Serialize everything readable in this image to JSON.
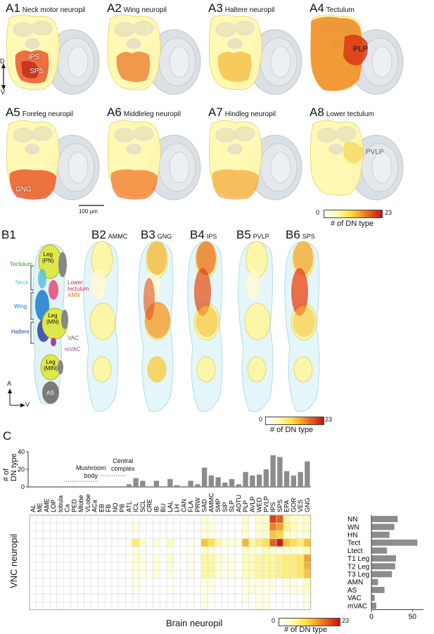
{
  "panelsA": [
    {
      "id": "A1",
      "name": "Neck motor neuropil",
      "labels": [
        "IPS",
        "SPS"
      ]
    },
    {
      "id": "A2",
      "name": "Wing neuropil",
      "labels": []
    },
    {
      "id": "A3",
      "name": "Haltere neuropil",
      "labels": []
    },
    {
      "id": "A4",
      "name": "Tectulum",
      "labels": [
        "PLP"
      ]
    },
    {
      "id": "A5",
      "name": "Foreleg neuropil",
      "labels": [
        "GNG"
      ]
    },
    {
      "id": "A6",
      "name": "Middleleg neuropil",
      "labels": []
    },
    {
      "id": "A7",
      "name": "Hindleg neuropil",
      "labels": []
    },
    {
      "id": "A8",
      "name": "Lower tectulum",
      "labels": [
        "PVLP"
      ]
    }
  ],
  "axisDV": {
    "d": "D",
    "v": "V"
  },
  "scalebar": "100 μm",
  "colorbar": {
    "min": "0",
    "max": "23",
    "label": "# of DN type"
  },
  "panelsB": [
    {
      "id": "B1",
      "name": ""
    },
    {
      "id": "B2",
      "name": "AMMC"
    },
    {
      "id": "B3",
      "name": "GNG"
    },
    {
      "id": "B4",
      "name": "IPS"
    },
    {
      "id": "B5",
      "name": "PVLP"
    },
    {
      "id": "B6",
      "name": "SPS"
    }
  ],
  "b1": {
    "groups": [
      "Tectulum",
      "Neck",
      "Wing",
      "Haltere"
    ],
    "regions": [
      "Leg\n(PN)",
      "Lower\ntectulum",
      "AMN",
      "Leg\n(MN)",
      "VAC",
      "mVAC",
      "Leg\n(MtN)",
      "AS"
    ],
    "axis": {
      "a": "A",
      "v": "V"
    }
  },
  "panelC": {
    "id": "C",
    "ylabel_top": "# of\nDN type",
    "yticks_top": [
      "40",
      "20",
      "0"
    ],
    "group_labels": [
      "Mushroom\nbody",
      "Central\ncomplex"
    ],
    "ylabel_left": "VNC neuropil",
    "xlabel": "Brain neuropil",
    "right_ticks": [
      "0",
      "50"
    ],
    "brain_neuropils": [
      "AL",
      "ME",
      "AME",
      "LOP",
      "lobula",
      "Ca",
      "PED",
      "Mlobe",
      "VLobe",
      "ACa",
      "EB",
      "FB",
      "NO",
      "PB",
      "ATL",
      "ICL",
      "SCL",
      "CRE",
      "IB",
      "BU",
      "LAL",
      "LH",
      "CAN",
      "FLA",
      "PRW",
      "SAD",
      "AMMC",
      "SMP",
      "SIP",
      "SLP",
      "AOTU",
      "PLP",
      "AVLP",
      "WED",
      "PVLP",
      "IPS",
      "SPS",
      "EPA",
      "GOR",
      "VES",
      "GNG"
    ],
    "brain_counts": [
      0,
      0,
      0,
      0,
      0,
      0,
      0,
      0,
      0,
      0,
      0,
      0,
      0,
      0,
      3,
      10,
      7,
      0,
      7,
      0,
      9,
      2,
      0,
      7,
      3,
      22,
      13,
      11,
      5,
      9,
      3,
      17,
      13,
      14,
      20,
      36,
      34,
      18,
      13,
      17,
      29
    ],
    "vnc_neuropils": [
      "NN",
      "WN",
      "HN",
      "Tect",
      "Ltect",
      "T1 Leg",
      "T2 Leg",
      "T3 Leg",
      "AMN",
      "AS",
      "VAC",
      "mVAC"
    ],
    "vnc_counts": [
      32,
      28,
      22,
      56,
      19,
      30,
      29,
      25,
      8,
      16,
      4,
      6
    ]
  }
}
